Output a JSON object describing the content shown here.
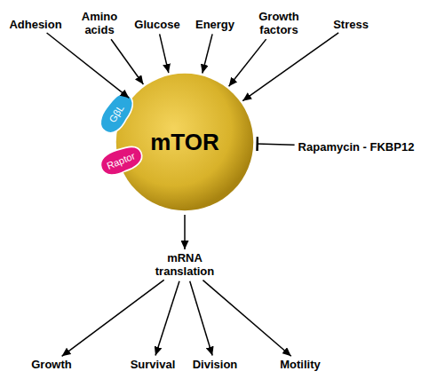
{
  "diagram": {
    "nodes": [
      {
        "text": [
          "Adhesion"
        ]
      },
      {
        "text": [
          "Amino acids"
        ]
      },
      {
        "text": [
          "Glucose"
        ]
      },
      {
        "text": [
          "Energy"
        ]
      },
      {
        "text": [
          "Growth factors"
        ]
      },
      {
        "text": [
          "Stress"
        ]
      },
      {
        "text": [
          "mTOR"
        ]
      },
      {
        "text": [
          "GβL"
        ]
      },
      {
        "text": [
          "Raptor"
        ]
      },
      {
        "text": [
          "Rapamycin - FKBP12"
        ]
      },
      {
        "text": [
          "mRNA translation"
        ]
      },
      {
        "text": [
          "Growth"
        ]
      },
      {
        "text": [
          "Survival"
        ]
      },
      {
        "text": [
          "Division"
        ]
      },
      {
        "text": [
          "Motility"
        ]
      }
    ],
    "edges": [
      {
        "from": 0,
        "to": 6,
        "arrow": "to"
      },
      {
        "from": 1,
        "to": 6,
        "arrow": "to"
      },
      {
        "from": 2,
        "to": 6,
        "arrow": "to"
      },
      {
        "from": 3,
        "to": 6,
        "arrow": "to"
      },
      {
        "from": 4,
        "to": 6,
        "arrow": "to"
      },
      {
        "from": 5,
        "to": 6,
        "arrow": "to"
      },
      {
        "from": 9,
        "to": 6,
        "arrow": "to"
      },
      {
        "from": 6,
        "to": 10,
        "arrow": "to"
      },
      {
        "from": 10,
        "to": 11,
        "arrow": "to"
      },
      {
        "from": 10,
        "to": 12,
        "arrow": "to"
      },
      {
        "from": 10,
        "to": 13,
        "arrow": "to"
      },
      {
        "from": 10,
        "to": 14,
        "arrow": "to"
      }
    ]
  }
}
